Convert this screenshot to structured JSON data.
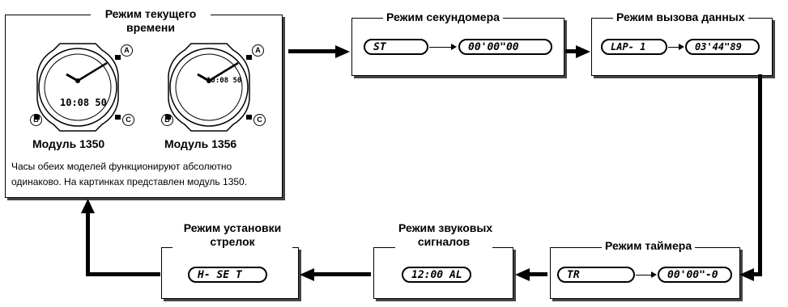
{
  "current_time_mode": {
    "title_line1": "Режим текущего",
    "title_line2": "времени",
    "watch_left": {
      "digital": "10:08 50",
      "button_a": "A",
      "button_b": "B",
      "button_c": "C",
      "label": "Модуль 1350"
    },
    "watch_right": {
      "digital": "10:08 50",
      "button_a": "A",
      "button_b": "B",
      "button_c": "C",
      "label": "Модуль 1356"
    },
    "note_line1": "Часы обеих моделей функционируют абсолютно",
    "note_line2": "одинаково. На картинках представлен модуль 1350."
  },
  "stopwatch_mode": {
    "title": "Режим секундомера",
    "from_display": "ST",
    "to_display": "00'00\"00"
  },
  "recall_mode": {
    "title": "Режим вызова данных",
    "from_display": "LAP-  1",
    "to_display": "03'44\"89"
  },
  "timer_mode": {
    "title": "Режим таймера",
    "from_display": "TR",
    "to_display": "00'00\"-0"
  },
  "alarm_mode": {
    "title_line1": "Режим звуковых",
    "title_line2": "сигналов",
    "display": "12:00 AL"
  },
  "hand_setting_mode": {
    "title_line1": "Режим установки",
    "title_line2": "стрелок",
    "display": "H- SE T"
  }
}
